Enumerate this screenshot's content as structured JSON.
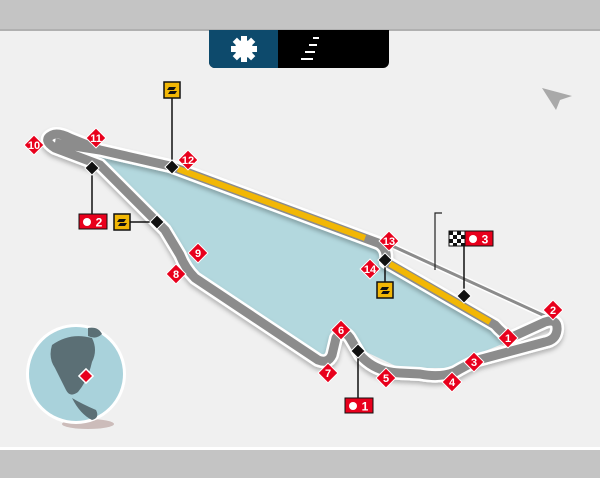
{
  "toolbar": {
    "tabs": [
      {
        "icon": "gear-icon",
        "active": true
      },
      {
        "icon": "elevation-steps-icon",
        "active": false
      }
    ]
  },
  "track": {
    "corners": [
      "1",
      "2",
      "3",
      "4",
      "5",
      "6",
      "7",
      "8",
      "9",
      "10",
      "11",
      "12",
      "13",
      "14"
    ],
    "sectors": [
      "1",
      "2",
      "3"
    ],
    "colors": {
      "track": "#8c8c8c",
      "drs": "#f2b705",
      "lake": "#b3d8de",
      "marker": "#e8001c",
      "tab_active": "#0d4a6c"
    }
  }
}
